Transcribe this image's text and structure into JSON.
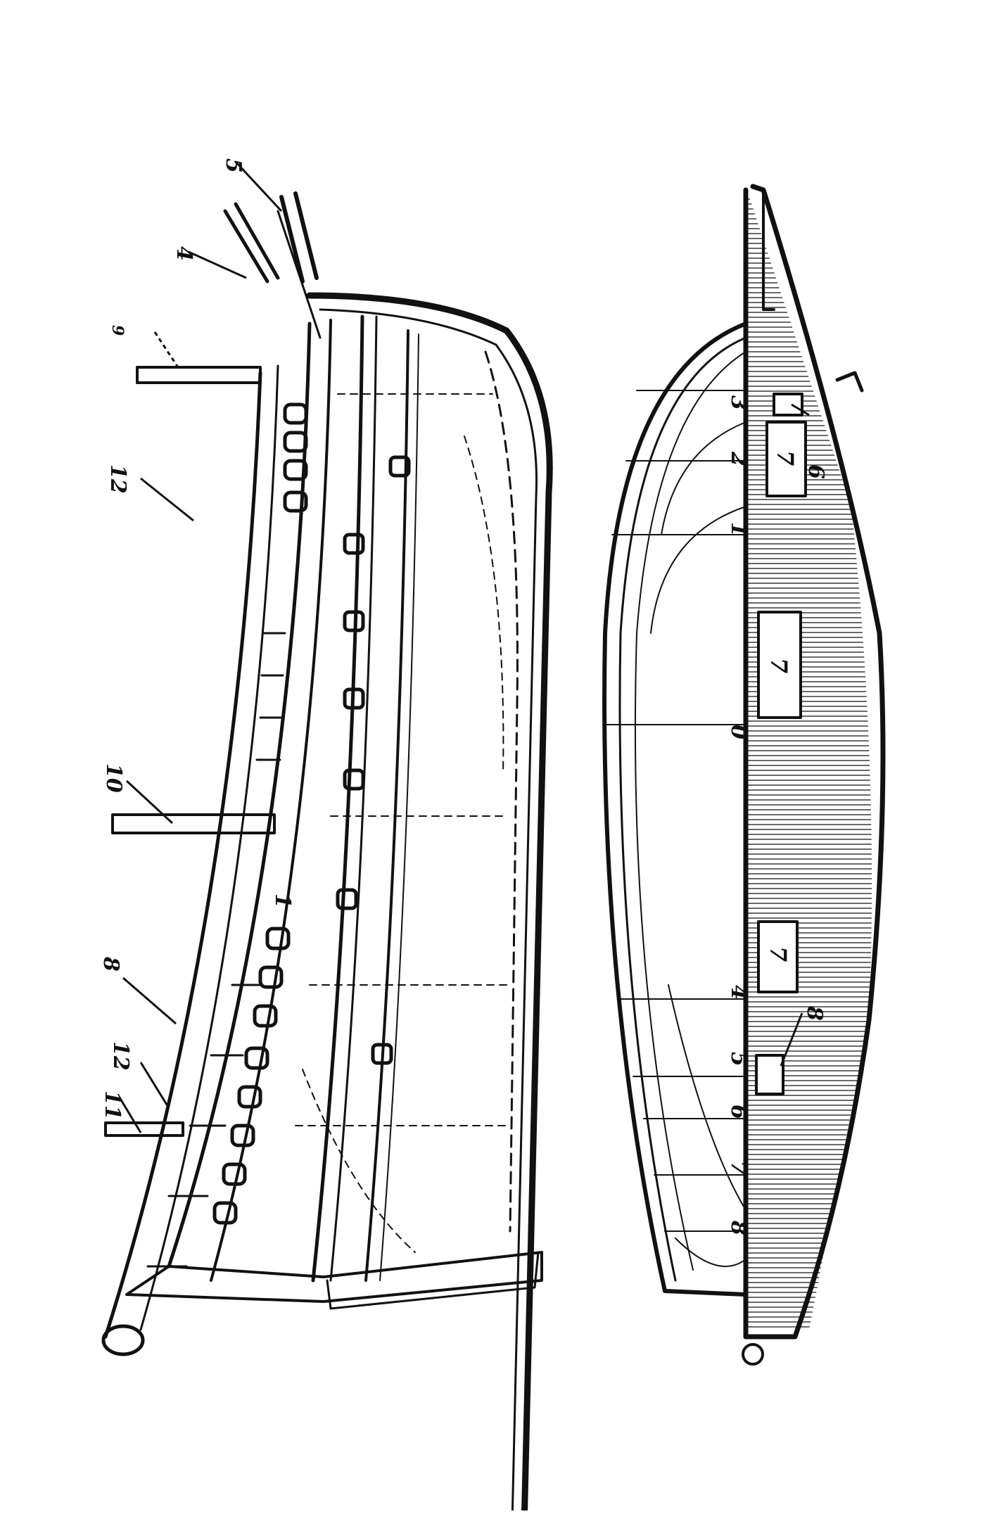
{
  "profile_view": {
    "callouts": [
      {
        "id": "5",
        "label": "5"
      },
      {
        "id": "4",
        "label": "4"
      },
      {
        "id": "9",
        "label": "9"
      },
      {
        "id": "12a",
        "label": "12"
      },
      {
        "id": "10",
        "label": "10"
      },
      {
        "id": "1",
        "label": "1"
      },
      {
        "id": "8",
        "label": "8"
      },
      {
        "id": "12b",
        "label": "12"
      },
      {
        "id": "11",
        "label": "11"
      }
    ]
  },
  "plan_view": {
    "station_labels": [
      "3",
      "2",
      "1",
      "0",
      "4",
      "5",
      "6",
      "7",
      "8"
    ],
    "compartment_labels": [
      "7",
      "7",
      "7"
    ],
    "callouts": [
      {
        "id": "6",
        "label": "6"
      },
      {
        "id": "8",
        "label": "8"
      }
    ]
  },
  "colors": {
    "ink": "#111111",
    "paper": "#ffffff",
    "deck_hatch": "#6a6a6a"
  }
}
